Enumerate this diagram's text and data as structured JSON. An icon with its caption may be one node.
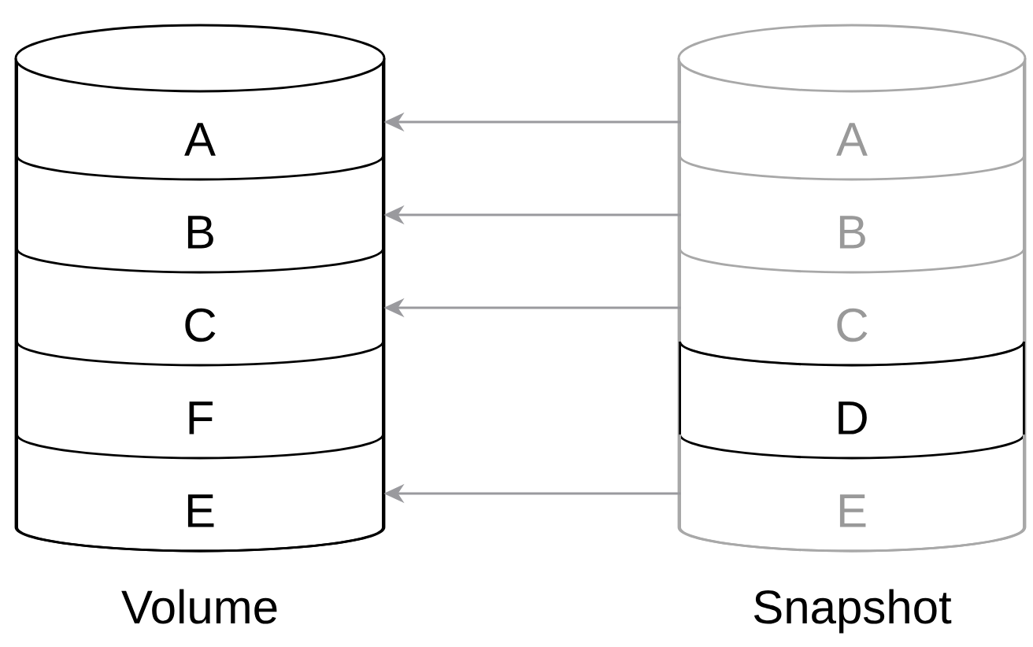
{
  "diagram": {
    "nodes": [
      {
        "text": [],
        "shape": "cylinder",
        "beside": [
          "Volume"
        ]
      },
      {
        "text": [
          "A"
        ],
        "in": 0
      },
      {
        "text": [
          "B"
        ],
        "in": 0
      },
      {
        "text": [
          "C"
        ],
        "in": 0
      },
      {
        "text": [
          "F"
        ],
        "in": 0
      },
      {
        "text": [
          "E"
        ],
        "in": 0
      },
      {
        "text": [],
        "shape": "cylinder",
        "beside": [
          "Snapshot"
        ]
      },
      {
        "text": [
          "A"
        ],
        "in": 6
      },
      {
        "text": [
          "B"
        ],
        "in": 6
      },
      {
        "text": [
          "C"
        ],
        "in": 6
      },
      {
        "text": [
          "D"
        ],
        "in": 6
      },
      {
        "text": [
          "E"
        ],
        "in": 6
      }
    ],
    "edges": [
      {
        "from": 7,
        "to": 1,
        "arrow": "to"
      },
      {
        "from": 8,
        "to": 2,
        "arrow": "to"
      },
      {
        "from": 9,
        "to": 3,
        "arrow": "to"
      },
      {
        "from": 11,
        "to": 5,
        "arrow": "to"
      }
    ]
  }
}
